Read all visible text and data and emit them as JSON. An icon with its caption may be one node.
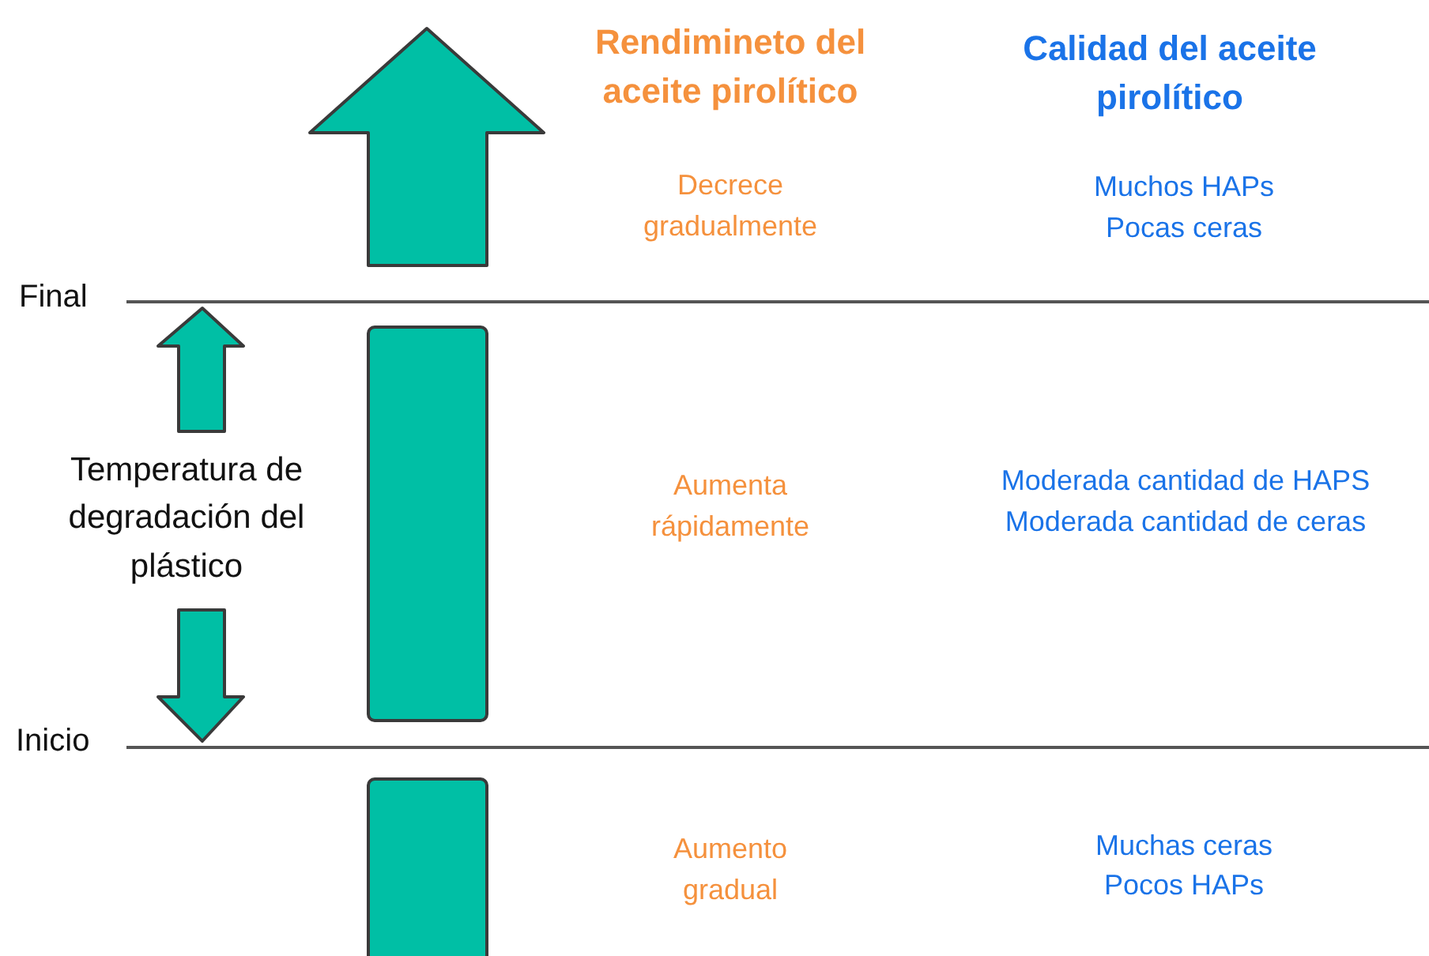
{
  "diagram": {
    "labels": [
      "Rendimineto del aceite pirolítico",
      "Calidad del aceite pirolítico",
      "Decrece gradualmente",
      "Muchos HAPs",
      "Pocas ceras",
      "Final",
      "Temperatura de degradación del plástico",
      "Aumenta rápidamente",
      "Moderada cantidad de HAPS",
      "Moderada cantidad de ceras",
      "Inicio",
      "Aumento gradual",
      "Muchas ceras",
      "Pocos HAPs"
    ]
  }
}
